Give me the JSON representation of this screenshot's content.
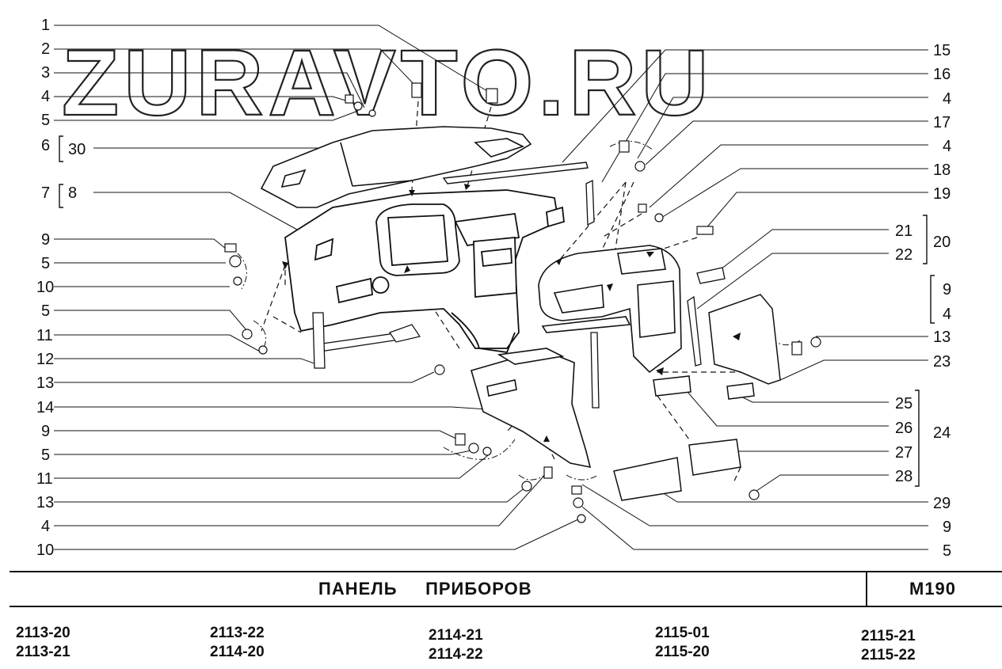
{
  "watermark": "ZURAVTO.RU",
  "title": "ПАНЕЛЬ     ПРИБОРОВ",
  "code": "M190",
  "callouts_left": [
    "1",
    "2",
    "3",
    "4",
    "5",
    "6",
    "30",
    "7",
    "8",
    "9",
    "5",
    "10",
    "5",
    "11",
    "12",
    "13",
    "14",
    "9",
    "5",
    "11",
    "13",
    "4",
    "10"
  ],
  "callouts_right": [
    "15",
    "16",
    "4",
    "17",
    "4",
    "18",
    "19",
    "21",
    "20",
    "22",
    "9",
    "4",
    "13",
    "23",
    "25",
    "24",
    "26",
    "27",
    "28",
    "29",
    "9",
    "5"
  ],
  "models": [
    [
      "2113-20",
      "2113-21"
    ],
    [
      "2113-22",
      "2114-20"
    ],
    [
      "2114-21",
      "2114-22"
    ],
    [
      "2115-01",
      "2115-20"
    ],
    [
      "2115-21",
      "2115-22"
    ]
  ]
}
